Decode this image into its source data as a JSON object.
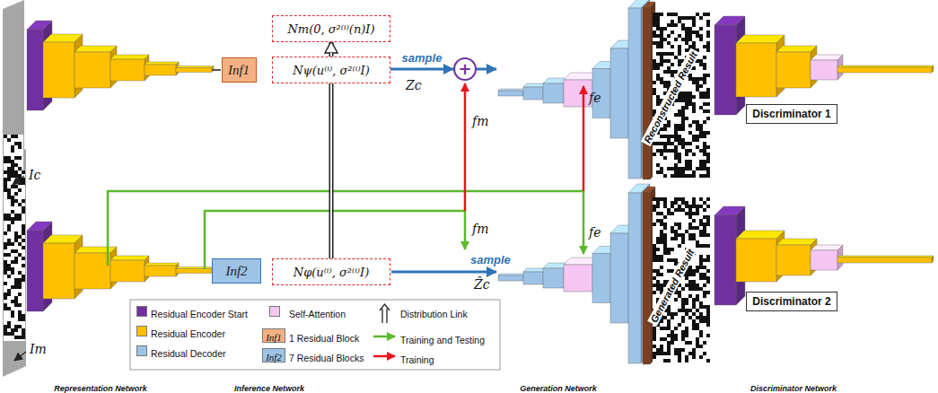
{
  "diagram": {
    "nodes": [
      {
        "text": [
          "Inf1"
        ]
      },
      {
        "text": [
          "Nm(0, σ²⁽ⁱ⁾(n)I)"
        ]
      },
      {
        "text": [
          "Nψ(u⁽ⁱ⁾, σ²⁽ⁱ⁾I)"
        ]
      },
      {
        "text": [
          "+"
        ]
      },
      {
        "text": [
          "Inf2"
        ]
      },
      {
        "text": [
          "Nφ(u⁽ⁱ⁾, σ²⁽ⁱ⁾I)"
        ]
      },
      {
        "text": [
          "Discriminator 1"
        ]
      },
      {
        "text": [
          "Discriminator 2"
        ]
      }
    ],
    "edges": [
      {
        "from": 2,
        "to": 3,
        "arrow": "to",
        "label": "sample"
      },
      {
        "from": 2,
        "to": 1,
        "arrow": "to"
      },
      {
        "from": 5,
        "to": 2,
        "arrow": "none"
      }
    ],
    "labels": [
      "Ic",
      "Zc",
      "fm",
      "fe",
      "Im",
      "Ẑc",
      "fm",
      "fe",
      "sample",
      "Reconstructed Result",
      "Generated Result",
      "Inf1",
      "Inf2",
      "Representation Network",
      "Inference Network",
      "Generation Network",
      "Discriminator Network"
    ],
    "legend": [
      {
        "text": "Residual Encoder Start",
        "color": "#7030a0"
      },
      {
        "text": "Self-Attention",
        "color": "#f6c6f3"
      },
      {
        "text": "Distribution Link"
      },
      {
        "text": "Residual Encoder",
        "color": "#ffc000"
      },
      {
        "text": "1 Residual Block",
        "color": "#f4b183"
      },
      {
        "text": "Training and Testing"
      },
      {
        "text": "Residual Decoder",
        "color": "#9dc3e6"
      },
      {
        "text": "7 Residual Blocks",
        "color": "#9dc3e6"
      },
      {
        "text": "Training"
      }
    ]
  }
}
